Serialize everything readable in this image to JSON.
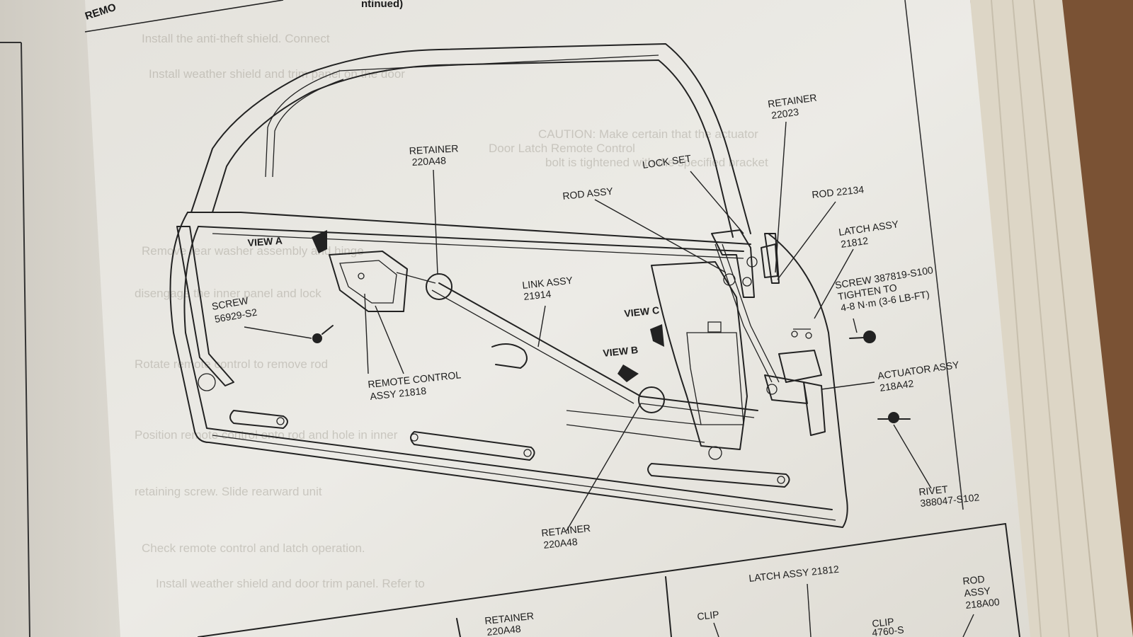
{
  "page": {
    "header_left": "REMO",
    "header_right": "ntinued)"
  },
  "callouts": {
    "retainer_top": [
      "RETAINER",
      "220A48"
    ],
    "retainer_22023": [
      "RETAINER",
      "22023"
    ],
    "lock_set": [
      "LOCK SET"
    ],
    "rod_assy": [
      "ROD ASSY"
    ],
    "rod_22134": [
      "ROD 22134"
    ],
    "latch_assy": [
      "LATCH ASSY",
      "21812"
    ],
    "view_a": [
      "VIEW A"
    ],
    "screw_56929": [
      "SCREW",
      "56929-S2"
    ],
    "link_assy": [
      "LINK ASSY",
      "21914"
    ],
    "view_c": [
      "VIEW C"
    ],
    "view_b": [
      "VIEW B"
    ],
    "screw_387819": [
      "SCREW 387819-S100",
      "TIGHTEN TO",
      "4-8 N·m (3-6 LB-FT)"
    ],
    "remote_control": [
      "REMOTE CONTROL",
      "ASSY 21818"
    ],
    "actuator_assy": [
      "ACTUATOR ASSY",
      "218A42"
    ],
    "rivet": [
      "RIVET",
      "388047-S102"
    ],
    "retainer_bottom": [
      "RETAINER",
      "220A48"
    ]
  },
  "inset": {
    "latch_assy": "LATCH ASSY 21812",
    "rod_assy": [
      "ROD",
      "ASSY",
      "218A00"
    ],
    "clip_left": "CLIP",
    "clip_right": [
      "CLIP",
      "4760-S"
    ],
    "retainer": [
      "RETAINER",
      "220A48"
    ]
  },
  "colors": {
    "paper": "#ebe9e4",
    "ink": "#1d1d1d",
    "desk": "#6b4a30"
  }
}
